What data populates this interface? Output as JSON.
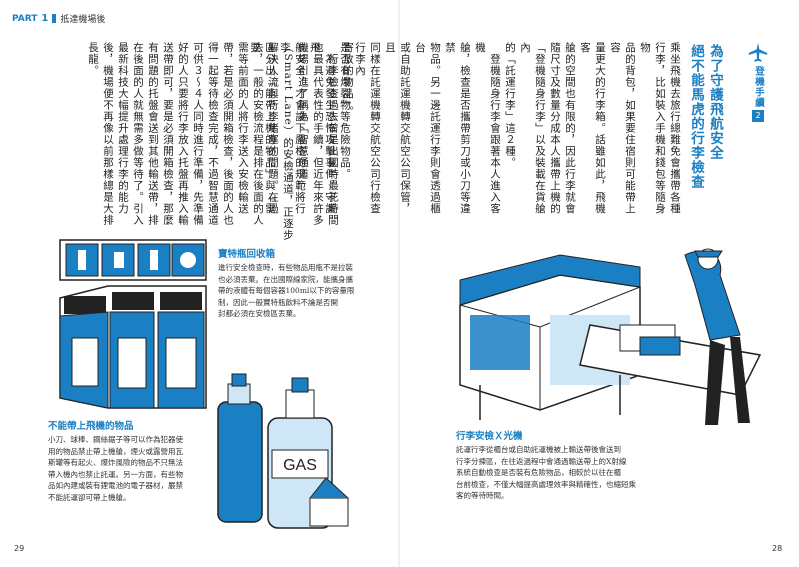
{
  "header": {
    "part_label": "PART",
    "part_number": "1",
    "section": "抵達機場後"
  },
  "sidebar": {
    "label": "登機手續",
    "number": "2",
    "icon": "airplane-icon"
  },
  "article": {
    "title_lines": [
      "為了守護飛航安全",
      "絕不能馬虎的行李檢查"
    ],
    "right_columns": [
      "乘坐飛機去旅行總難免會攜帶各種",
      "行李，比如裝入手機和錢包等隨身物",
      "品的背包，如果要住宿則可能帶上容",
      "量更大的行李箱。話雖如此，飛機客",
      "艙的空間也有限的，因此行李就會",
      "隨尺寸及數量分成本人攜帶上機的",
      "「登機隨身行李」以及裝載在貨艙內",
      "的「託運行李」這２種。",
      "　登機隨身行李會跟著本人進入客機",
      "艙，檢查是否攜帶剪刀或小刀等違禁",
      "物品。另一邊託運行李則會透過櫃台",
      "或自助託運機轉交航空公司保管，且",
      "同樣在託運機轉交航空公司行檢查行李內",
      "是否有爆裂物等危險物品。",
      "　為避免發生恐怖攻擊事件，守護飛",
      "航安全，才會設下嚴格的規範將行李",
      "區分出「能帶上機的物品」與「需要"
    ],
    "left_columns": [
      "寄放的物品」。",
      "　行李檢查過去曾是出國時最花時間",
      "也最具代表性的手續，但近年來許多",
      "機場引進了稱為「智慧通道」",
      "（Smart Lane）的安檢通道，正逐步",
      "解決人流與行李堵塞的問題。在過",
      "去，一般的安檢流程是排在後面的人",
      "需等前面的人將行李送入安檢輸送",
      "帶，若是必須開箱檢查，後面的人也",
      "得一起等待檢查完成，不過智慧通道",
      "可供３～４人同時進行準備，先準備",
      "好的人只要將行李放入托盤再推入輸",
      "送帶即可，要是必須開箱檢查，那麼",
      "有問題的托盤會送到其他輸送帶，排",
      "在後面的人就無需多做等待了。引入",
      "最新科技大幅提升處理行李的能力",
      "後，機場便不再像以前那樣總是大排",
      "長龍。"
    ]
  },
  "captions": {
    "bottle": {
      "title": "寶特瓶回收箱",
      "lines": [
        "進行安全檢查時，有些物品用瓶不是拉裝",
        "也必須丟棄。在出國際線家院，能攜身攜",
        "帶的液體有每個容器100ml以下的容量限",
        "制，因此一般寶特瓶飲料不論是否開",
        "封都必須在安檢區丟棄。"
      ]
    },
    "prohibited": {
      "title": "不能帶上飛機的物品",
      "lines": [
        "小刀、球棒、鋼絲鋸子等可以作為犯器使",
        "用的物品禁止帶上機艙，煙火或露營用瓦",
        "斯罐等有起火、爆炸風險的物品不只無法",
        "帶入機內也禁止託運。另一方面，有些物",
        "品如內建或裝有鋰電池的電子器材，嚴禁",
        "不能託運卻可帶上機艙。"
      ]
    },
    "xray": {
      "title": "行李安檢Ｘ光機",
      "lines": [
        "託運行李從櫃台或自助託運機被上輸送帶後會送到",
        "行李分揀區，在往返過程中會通過輸送帶上的X射線",
        "系統自動檢查是否裝有危險物品，相較於以往在櫃",
        "台前檢查，不僅大幅提高處理效率與精確性，也縮短乘",
        "客的等待時間。"
      ]
    }
  },
  "illustration": {
    "gas_label": "GAS"
  },
  "page_numbers": {
    "left": "29",
    "right": "28"
  },
  "colors": {
    "accent": "#1b7fc4",
    "accent_light": "#cfe6f6",
    "ink": "#222222"
  }
}
